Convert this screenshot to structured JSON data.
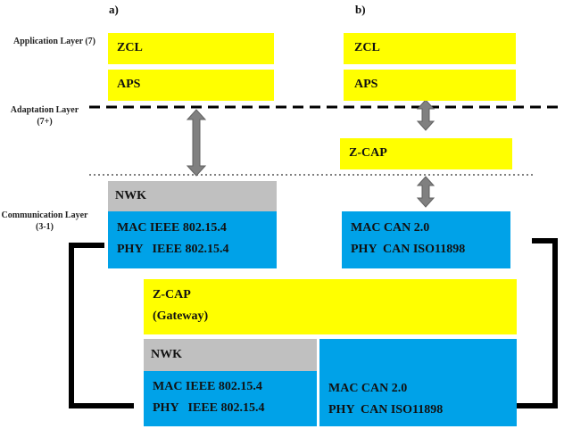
{
  "titles": {
    "a": "a)",
    "b": "b)"
  },
  "layers": {
    "application": "Application Layer (7)",
    "adaptation": "Adaptation Layer (7+)",
    "communication": "Communication Layer (3-1)"
  },
  "stack_a": {
    "zcl": "ZCL",
    "aps": "APS",
    "nwk": "NWK",
    "mac": "MAC IEEE 802.15.4",
    "phy": "PHY   IEEE 802.15.4"
  },
  "stack_b": {
    "zcl": "ZCL",
    "aps": "APS",
    "zcap": "Z-CAP",
    "mac": "MAC CAN 2.0",
    "phy": "PHY  CAN ISO11898"
  },
  "gateway": {
    "zcap": "Z-CAP",
    "gateway": "(Gateway)",
    "nwk": "NWK",
    "left_mac": "MAC IEEE 802.15.4",
    "left_phy": "PHY   IEEE 802.15.4",
    "right_mac": "MAC CAN 2.0",
    "right_phy": "PHY  CAN ISO11898"
  },
  "icons": [
    "router-icon",
    "double-arrow-icon"
  ],
  "colors": {
    "yellow": "#ffff00",
    "blue": "#00a2e8",
    "gray": "#c0c0c0"
  }
}
